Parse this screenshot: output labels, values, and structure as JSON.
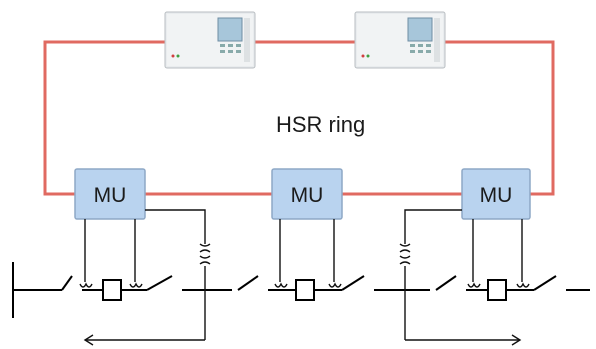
{
  "diagram": {
    "ring_label": "HSR ring",
    "merging_units": [
      {
        "label": "MU"
      },
      {
        "label": "MU"
      },
      {
        "label": "MU"
      }
    ],
    "ied_devices": [
      {
        "icon": "protection-relay-icon"
      },
      {
        "icon": "protection-relay-icon"
      }
    ],
    "colors": {
      "ring_line": "#e06a61",
      "mu_fill": "#b9d3ef",
      "mu_border": "#8ea8c6",
      "device_body": "#e9ecee",
      "device_screen": "#a7c6da"
    }
  }
}
